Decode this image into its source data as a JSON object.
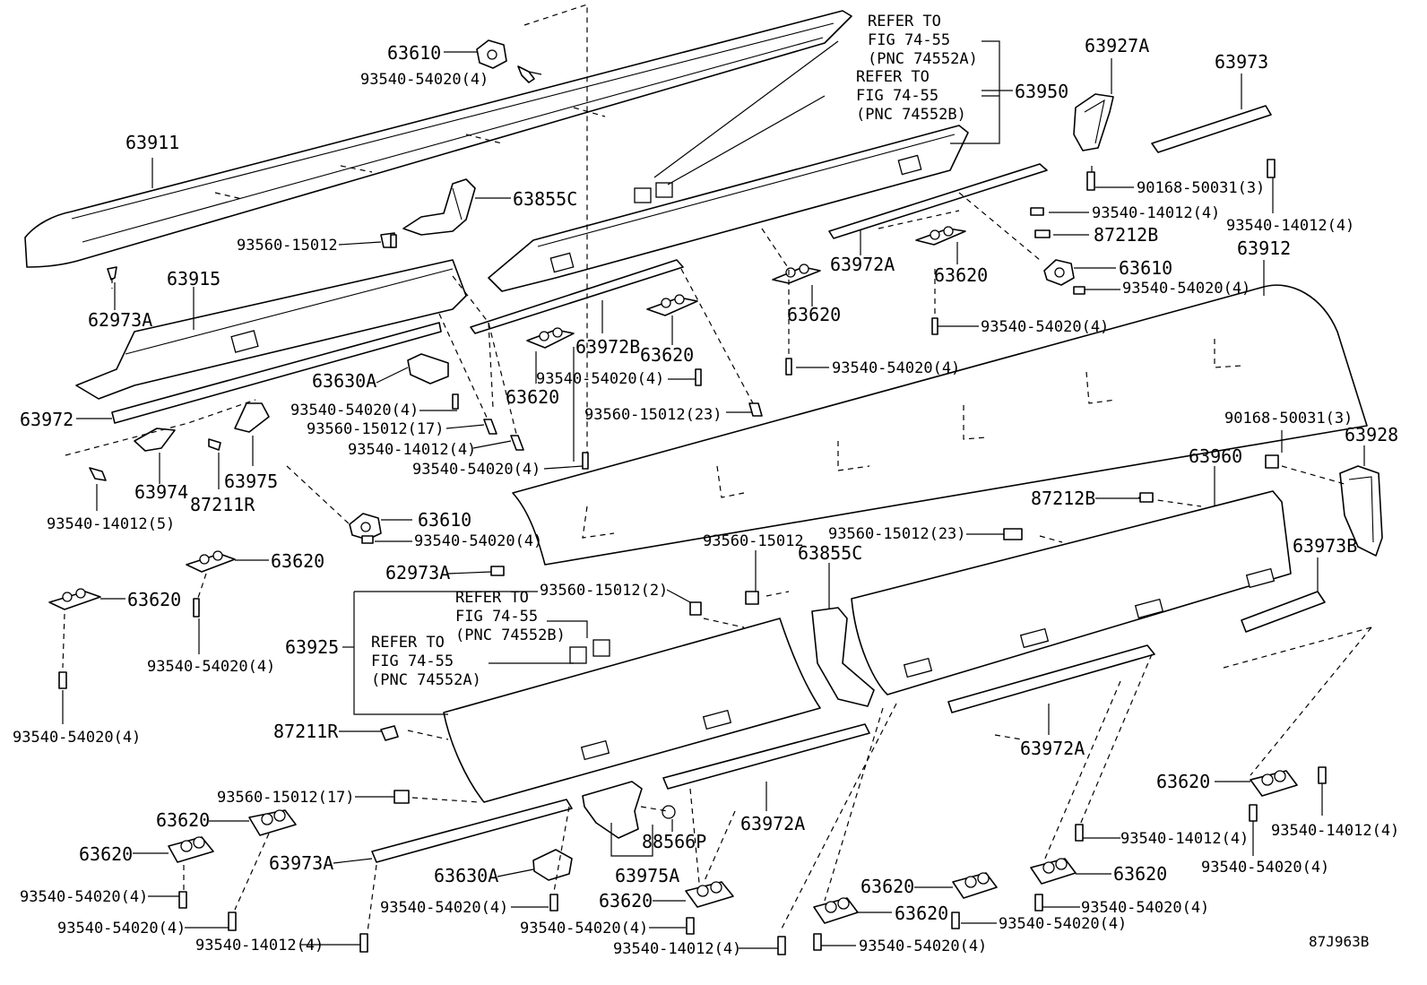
{
  "figure_id": "87J963B",
  "refer_notes": [
    {
      "id": "ref1",
      "lines": [
        "REFER TO",
        "FIG 74-55",
        "(PNC 74552A)"
      ]
    },
    {
      "id": "ref2",
      "lines": [
        "REFER TO",
        "FIG 74-55",
        "(PNC 74552B)"
      ]
    },
    {
      "id": "ref3",
      "lines": [
        "REFER TO",
        "FIG 74-55",
        "(PNC 74552B)"
      ]
    },
    {
      "id": "ref4",
      "lines": [
        "REFER TO",
        "FIG 74-55",
        "(PNC 74552A)"
      ]
    }
  ],
  "labels": {
    "p63610_a": "63610",
    "f93540_54020_4_a": "93540-54020(4)",
    "p63911": "63911",
    "p63855C_a": "63855C",
    "f93560_15012_a": "93560-15012",
    "p62973A_a": "62973A",
    "p63915": "63915",
    "p63630A_a": "63630A",
    "f93540_54020_4_b": "93540-54020(4)",
    "f93560_15012_17_a": "93560-15012(17)",
    "f93540_14012_4_a": "93540-14012(4)",
    "f93540_54020_4_c": "93540-54020(4)",
    "p63972": "63972",
    "p63974": "63974",
    "p87211R_a": "87211R",
    "p63975": "63975",
    "f93540_14012_5": "93540-14012(5)",
    "p63610_b": "63610",
    "f93540_54020_4_d": "93540-54020(4)",
    "p63620_a": "63620",
    "p63620_b": "63620",
    "f93540_54020_4_e": "93540-54020(4)",
    "f93540_54020_4_f": "93540-54020(4)",
    "p62973A_b": "62973A",
    "p63950": "63950",
    "p63972B": "63972B",
    "p63620_c": "63620",
    "f93540_54020_4_g": "93540-54020(4)",
    "p63620_d": "63620",
    "f93560_15012_23_a": "93560-15012(23)",
    "p63620_e": "63620",
    "f93540_54020_4_h": "93540-54020(4)",
    "p63972A_a": "63972A",
    "p63620_f": "63620",
    "p63927A": "63927A",
    "f90168_50031_3_a": "90168-50031(3)",
    "f93540_14012_4_b": "93540-14012(4)",
    "p87212B_a": "87212B",
    "p63610_c": "63610",
    "f93540_54020_4_i": "93540-54020(4)",
    "f93540_54020_4_j": "93540-54020(4)",
    "p63973": "63973",
    "f93540_14012_4_c": "93540-14012(4)",
    "p63912": "63912",
    "f90168_50031_3_b": "90168-50031(3)",
    "p63928": "63928",
    "p63960": "63960",
    "p87212B_b": "87212B",
    "f93560_15012_23_b": "93560-15012(23)",
    "p63973B": "63973B",
    "f93560_15012_b": "93560-15012",
    "p63855C_b": "63855C",
    "f93560_15012_2": "93560-15012(2)",
    "p63925": "63925",
    "p87211R_b": "87211R",
    "f93560_15012_17_b": "93560-15012(17)",
    "p88566P": "88566P",
    "p63972A_b": "63972A",
    "p63972A_c": "63972A",
    "p63620_g": "63620",
    "p63620_h": "63620",
    "f93540_54020_4_k": "93540-54020(4)",
    "f93540_54020_4_l": "93540-54020(4)",
    "p63973A": "63973A",
    "f93540_14012_4_d": "93540-14012(4)",
    "p63630A_b": "63630A",
    "f93540_54020_4_m": "93540-54020(4)",
    "p63975A": "63975A",
    "p63620_i": "63620",
    "f93540_54020_4_n": "93540-54020(4)",
    "f93540_14012_4_e": "93540-14012(4)",
    "p63620_j": "63620",
    "p63620_k": "63620",
    "f93540_54020_4_o": "93540-54020(4)",
    "f93540_54020_4_p": "93540-54020(4)",
    "p63620_l": "63620",
    "f93540_54020_4_q": "93540-54020(4)",
    "f93540_14012_4_f": "93540-14012(4)",
    "p63620_m": "63620",
    "f93540_54020_4_r": "93540-54020(4)",
    "f93540_14012_4_g": "93540-14012(4)"
  }
}
